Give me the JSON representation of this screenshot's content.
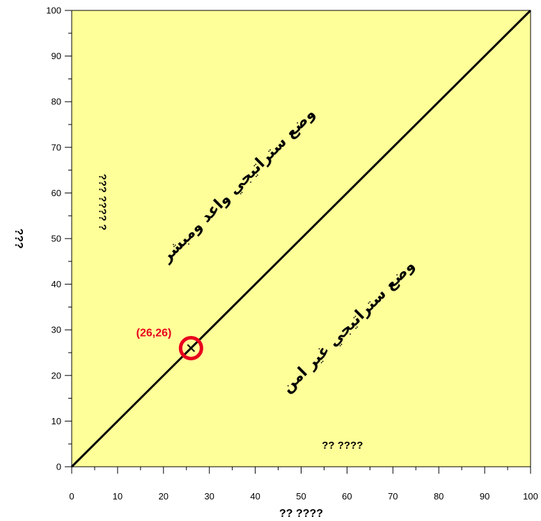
{
  "chart_data": {
    "type": "scatter",
    "title": "",
    "xlabel": "?? ????",
    "ylabel": "???",
    "xlim": [
      0,
      100
    ],
    "ylim": [
      0,
      100
    ],
    "x_ticks": [
      0,
      10,
      20,
      30,
      40,
      50,
      60,
      70,
      80,
      90,
      100
    ],
    "y_ticks": [
      0,
      10,
      20,
      30,
      40,
      50,
      60,
      70,
      80,
      90,
      100
    ],
    "grid": false,
    "background_color": "#ffff99",
    "diagonal_line": {
      "from": [
        0,
        0
      ],
      "to": [
        100,
        100
      ],
      "color": "#000000"
    },
    "point": {
      "x": 26,
      "y": 26,
      "label": "(26,26)",
      "color": "#e8001c"
    },
    "annotations": [
      {
        "text": "وضع ستراتيجي واعد ومبشر",
        "x": 37,
        "y": 61
      },
      {
        "text": "وضع ستراتيجي  غير امن",
        "x": 61,
        "y": 30
      },
      {
        "text": "??? ????  ?",
        "x": 6,
        "y": 58
      },
      {
        "text": "?? ???? ",
        "x": 59,
        "y": 4
      }
    ]
  }
}
